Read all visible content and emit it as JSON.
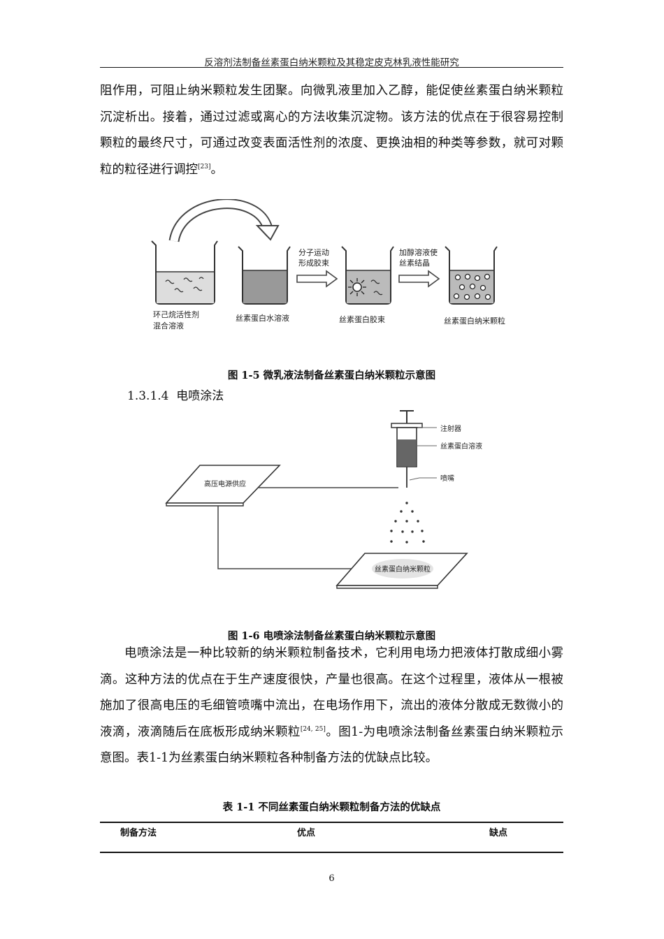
{
  "header": {
    "title": "反溶剂法制备丝素蛋白纳米颗粒及其稳定皮克林乳液性能研究"
  },
  "para1": {
    "text": "阻作用，可阻止纳米颗粒发生团聚。向微乳液里加入乙醇，能促使丝素蛋白纳米颗粒沉淀析出。接着，通过过滤或离心的方法收集沉淀物。该方法的优点在于很容易控制颗粒的最终尺寸，可通过改变表面活性剂的浓度、更换油相的种类等参数，就可对颗粒的粒径进行调控",
    "ref": "[23]",
    "end": "。"
  },
  "figure5": {
    "caption": "图 1-5  微乳液法制备丝素蛋白纳米颗粒示意图",
    "labels": {
      "beaker1_line1": "环己烷活性剂",
      "beaker1_line2": "混合溶液",
      "beaker2": "丝素蛋白水溶液",
      "arrow1_line1": "分子运动",
      "arrow1_line2": "形成胶束",
      "beaker3": "丝素蛋白胶束",
      "arrow2_line1": "加醇溶液使",
      "arrow2_line2": "丝素结晶",
      "beaker4": "丝素蛋白纳米颗粒"
    }
  },
  "section": {
    "number": "1.3.1.4",
    "title": "电喷涂法"
  },
  "figure6": {
    "caption": "图 1-6  电喷涂法制备丝素蛋白纳米颗粒示意图",
    "labels": {
      "syringe": "注射器",
      "solution": "丝素蛋白溶液",
      "nozzle": "喷嘴",
      "power": "高压电源供应",
      "plate": "丝素蛋白纳米颗粒"
    }
  },
  "para2": {
    "text_a": "电喷涂法是一种比较新的纳米颗粒制备技术，它利用电场力把液体打散成细小雾滴。这种方法的优点在于生产速度很快，产量也很高。在这个过程里，液体从一根被施加了很高电压的毛细管喷嘴中流出，在电场作用下，流出的液体分散成无数微小的液滴，液滴随后在底板形成纳米颗粒",
    "ref": "[24, 25]",
    "text_b": "。图1-为电喷涂法制备丝素蛋白纳米颗粒示意图。表1-1为丝素蛋白纳米颗粒各种制备方法的优缺点比较。"
  },
  "table": {
    "caption": "表 1-1  不同丝素蛋白纳米颗粒制备方法的优缺点",
    "headers": [
      "制备方法",
      "优点",
      "缺点"
    ]
  },
  "page_number": "6"
}
